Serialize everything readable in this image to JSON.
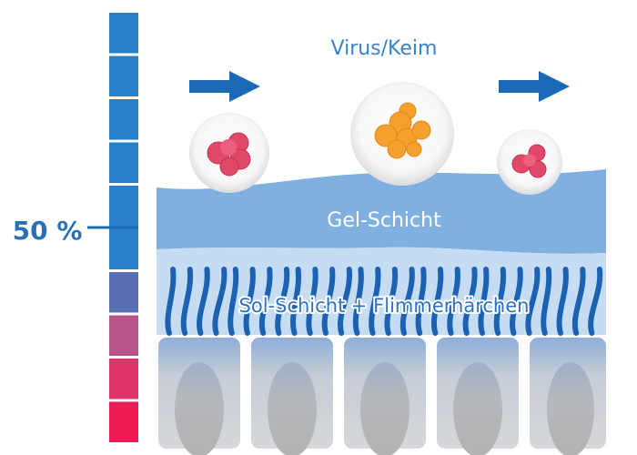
{
  "labels": {
    "percent": "50 %",
    "virus": "Virus/Keim",
    "gel": "Gel-Schicht",
    "sol": "Sol-Schicht + Flimmerhärchen"
  },
  "scale": {
    "segment_colors": [
      "#2a80c8",
      "#2a80c8",
      "#2a80c8",
      "#2a80c8",
      "#2a80c8",
      "#2a80c8",
      "#5a6fb3",
      "#b85488",
      "#de3468",
      "#ee1c56"
    ]
  },
  "colors": {
    "blue_dark": "#1a6ab8",
    "text_blue": "#2a70b4",
    "gel": "#7fb0e0",
    "sol": "#c6dcf2",
    "cilia": "#1c62b2",
    "cell_body": "#d4d6d8",
    "nucleus": "#b6b6b6",
    "pink": "#e0486a",
    "orange": "#f5a02c"
  },
  "icons": [
    "arrow-right-icon",
    "virus-particle-icon"
  ]
}
